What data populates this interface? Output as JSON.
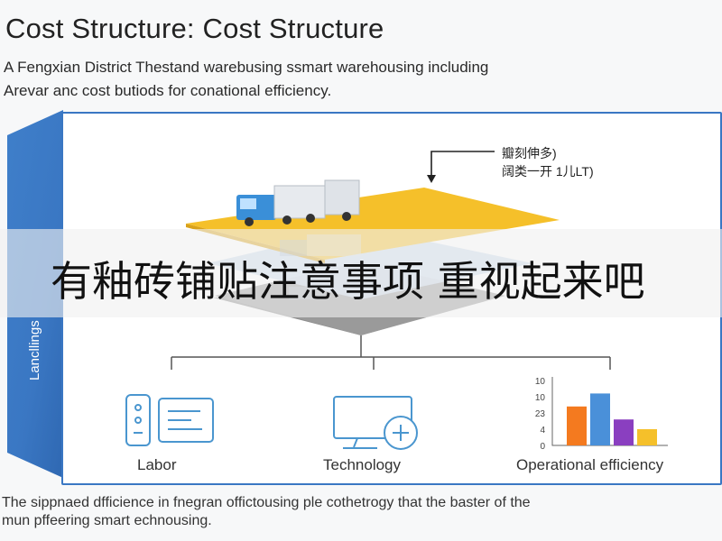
{
  "header": {
    "title": "Cost Structure: Cost Structure",
    "subtitle_line1": "A Fengxian District Thestand warebusing ssmart warehousing including",
    "subtitle_line2": "Arevar anc cost butiods for conational efficiency."
  },
  "side_panel": {
    "label": "Lancllings"
  },
  "annotation": {
    "line1": "瓣刻伸多)",
    "line2": "阔类一开 1儿LT)"
  },
  "overlay": {
    "text": "有釉砖铺贴注意事项 重视起来吧"
  },
  "items": [
    {
      "label": "Labor",
      "icon": "document-id-icon"
    },
    {
      "label": "Technology",
      "icon": "monitor-add-icon"
    },
    {
      "label": "Operational efficiency",
      "icon": "bar-chart-icon"
    }
  ],
  "mini_chart": {
    "ticks": [
      "10",
      "10",
      "23",
      "4",
      "0"
    ],
    "bars": [
      {
        "value": 6,
        "color": "#f47a1f"
      },
      {
        "value": 8,
        "color": "#4a90d9"
      },
      {
        "value": 4,
        "color": "#8a3fc0"
      },
      {
        "value": 2.5,
        "color": "#f5c02a"
      }
    ],
    "max": 10
  },
  "footer": {
    "line1": "The sippnaed dfficience in fnegran offictousing ple cothetrogy that the baster of the",
    "line2": "mun pffeering smart echnousing."
  },
  "colors": {
    "accent": "#3a77c3",
    "yellow_layer": "#f5c02a",
    "gray_layer": "#8a8a8a"
  }
}
